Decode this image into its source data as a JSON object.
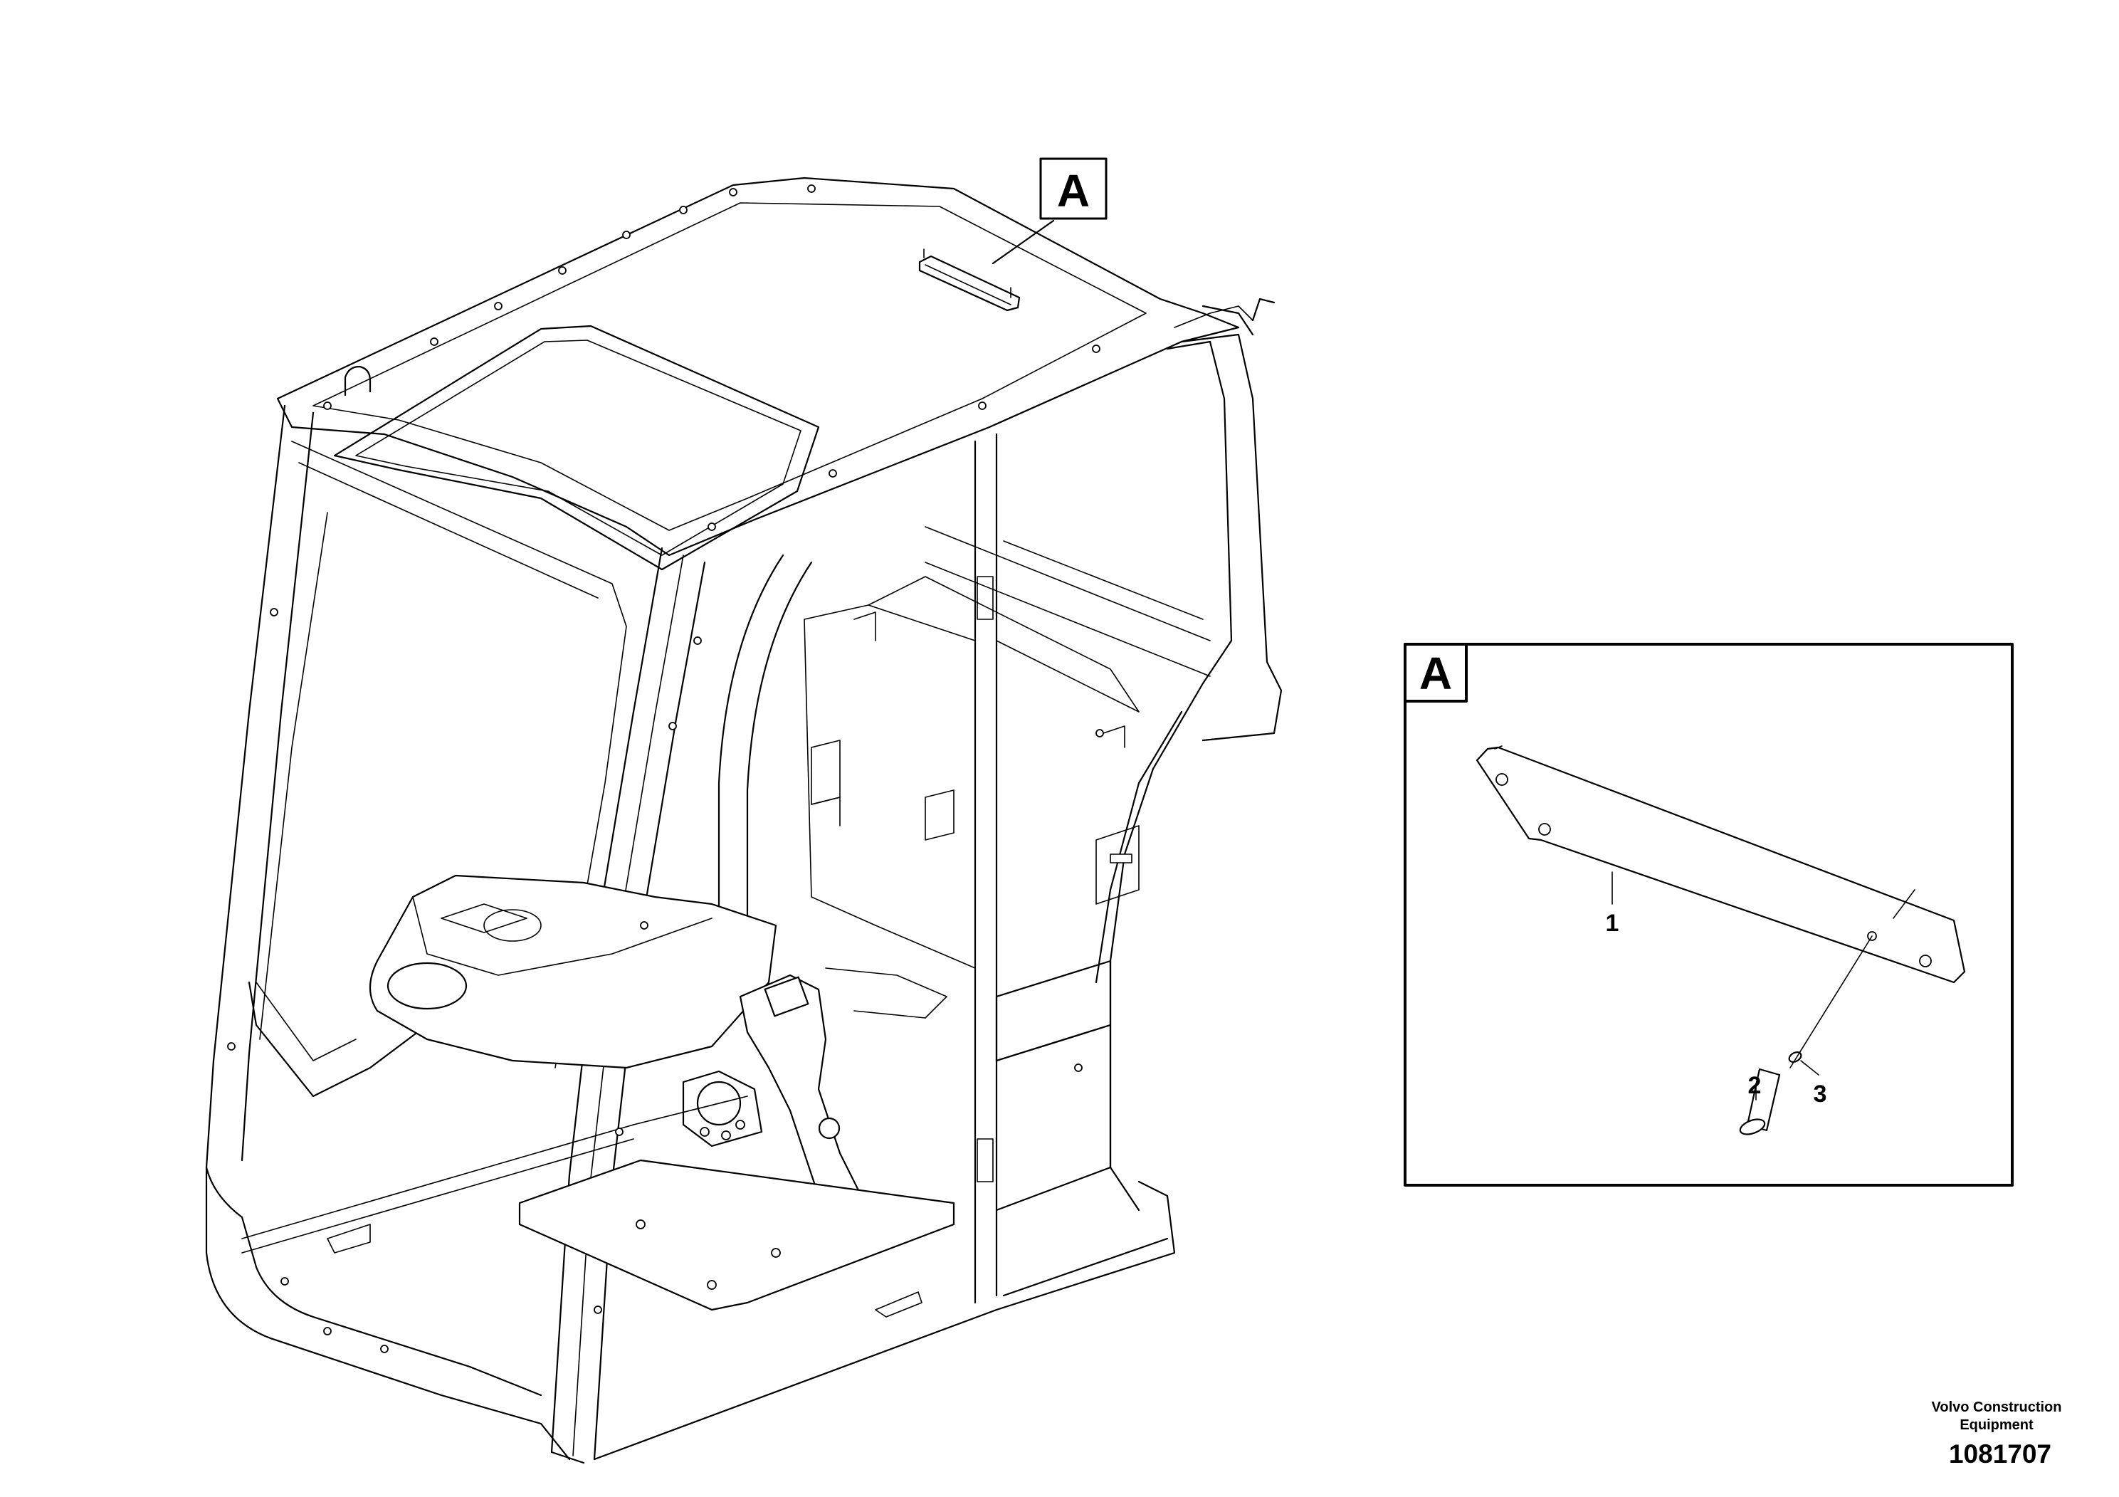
{
  "diagram": {
    "view_label": "A",
    "detail_label": "A",
    "callouts": [
      {
        "id": "1",
        "label": "1"
      },
      {
        "id": "2",
        "label": "2"
      },
      {
        "id": "3",
        "label": "3"
      }
    ]
  },
  "footer": {
    "brand_line1": "Volvo Construction",
    "brand_line2": "Equipment",
    "drawing_number": "1081707"
  }
}
